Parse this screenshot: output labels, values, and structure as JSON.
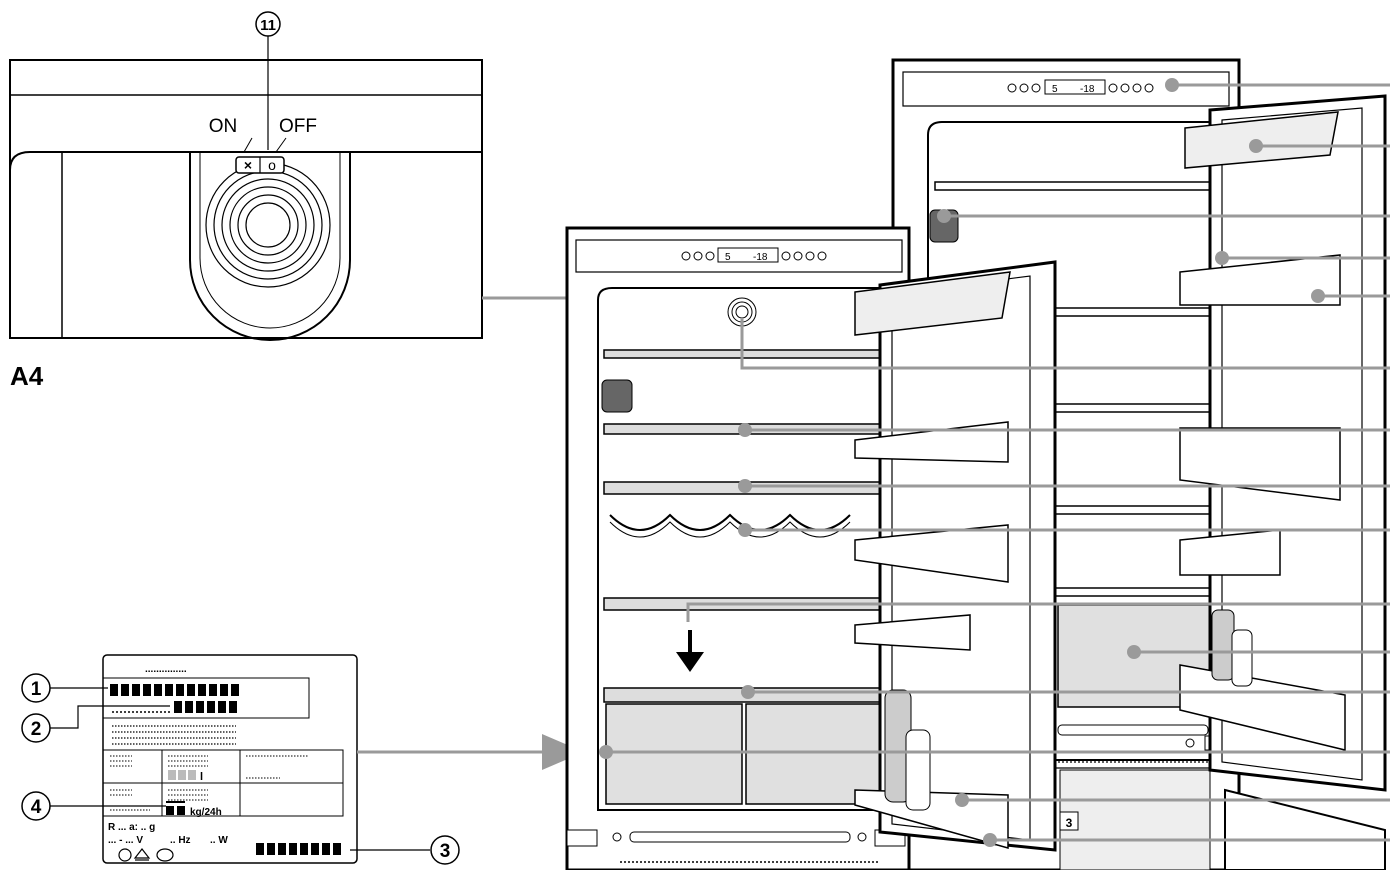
{
  "fan_detail": {
    "callout_number": "11",
    "switch_on_label": "ON",
    "switch_off_label": "OFF",
    "switch_on_symbol": "×",
    "switch_off_symbol": "o",
    "section_label": "A4"
  },
  "rating_plate": {
    "callouts": [
      "1",
      "2",
      "3",
      "4"
    ],
    "capacity_unit": "kg/24h",
    "field_r_line": "R ... a: .. g",
    "field_v_line": "... - ... V",
    "field_hz": ".. Hz",
    "field_w": ".. W",
    "field_dots_top": "...............",
    "field_dots_b": "...............",
    "field_freezer_unit": "l"
  },
  "door_panel": {
    "display_left": "5",
    "display_right": "-18"
  },
  "small_label": "3",
  "colors": {
    "ink": "#000000",
    "leader_gray": "#9a9a9a",
    "fill_light": "#e8e8e8",
    "fill_mid": "#d0d0d0"
  }
}
